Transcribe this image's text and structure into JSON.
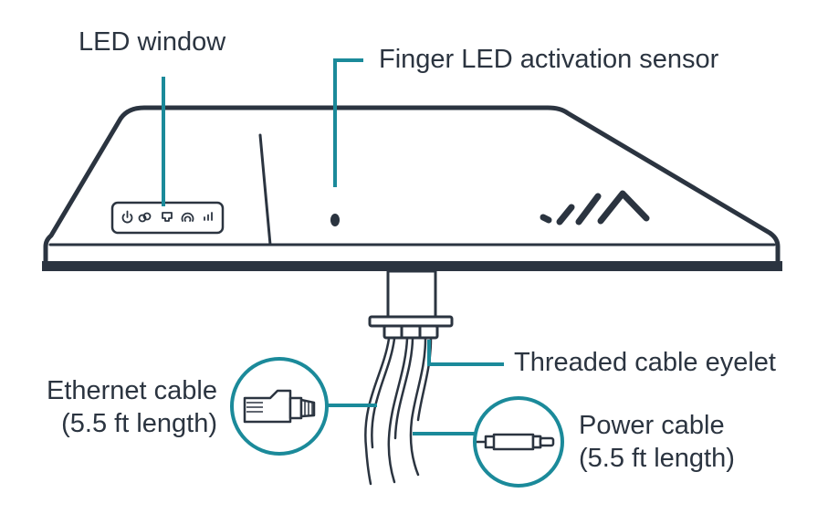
{
  "labels": {
    "led_window": "LED window",
    "finger_sensor": "Finger LED activation sensor",
    "threaded_eyelet": "Threaded cable eyelet",
    "ethernet_line1": "Ethernet cable",
    "ethernet_line2": "(5.5 ft length)",
    "power_line1": "Power cable",
    "power_line2": "(5.5 ft length)"
  },
  "led_icons": [
    "power-icon",
    "link-icon",
    "ethernet-port-icon",
    "wifi-icon",
    "signal-bars-icon"
  ],
  "colors": {
    "outline": "#2b3440",
    "callout": "#1b8a9a",
    "text": "#2b3440",
    "background": "#ffffff"
  }
}
